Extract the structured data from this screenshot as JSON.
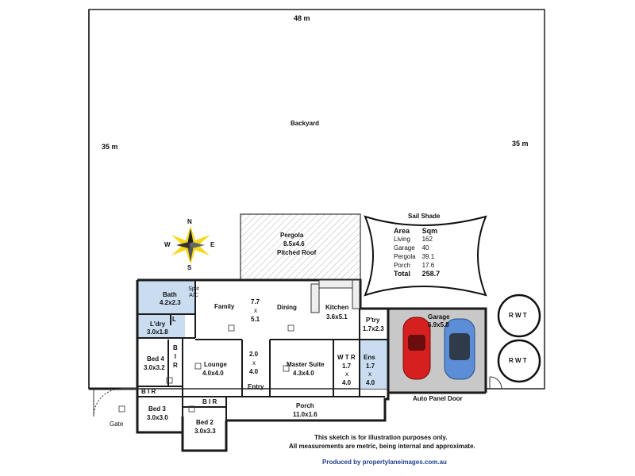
{
  "plot": {
    "width_label": "48 m",
    "left_depth_label": "35 m",
    "right_depth_label": "35 m",
    "backyard": "Backyard",
    "gate": "Gate"
  },
  "compass": {
    "n": "N",
    "s": "S",
    "e": "E",
    "w": "W"
  },
  "rooms": {
    "pergola": {
      "name": "Pergola",
      "size": "8.5x4.6",
      "note": "Pitched Roof"
    },
    "bath": {
      "name": "Bath",
      "size": "4.2x2.3"
    },
    "split_ac": "Split A/C",
    "family": {
      "name": "Family"
    },
    "family_size": {
      "a": "7.7",
      "x": "x",
      "b": "5.1"
    },
    "dining": {
      "name": "Dining"
    },
    "kitchen": {
      "name": "Kitchen",
      "size": "3.6x5.1"
    },
    "pantry": {
      "name": "P'try",
      "size": "1.7x2.3"
    },
    "laundry": {
      "name": "L'dry",
      "size": "3.0x1.8",
      "l": "L"
    },
    "bed4": {
      "name": "Bed 4",
      "size": "3.0x3.2"
    },
    "bir_vertical": "B\nI\nR",
    "lounge": {
      "name": "Lounge",
      "size": "4.0x4.0"
    },
    "hall": {
      "a": "2.0",
      "x": "x",
      "b": "4.0"
    },
    "entry": "Entry",
    "master": {
      "name": "Master Suite",
      "size": "4.3x4.0"
    },
    "wtr": {
      "name": "W T R",
      "a": "1.7",
      "x": "x",
      "b": "4.0"
    },
    "ens": {
      "name": "Ens",
      "a": "1.7",
      "x": "x",
      "b": "4.0"
    },
    "garage": {
      "name": "Garage",
      "size": "6.9x5.8"
    },
    "auto_door": "Auto Panel Door",
    "bir1": "B I R",
    "bir2": "B I R",
    "bed3": {
      "name": "Bed 3",
      "size": "3.0x3.0"
    },
    "bed2": {
      "name": "Bed 2",
      "size": "3.0x3.3"
    },
    "porch": {
      "name": "Porch",
      "size": "11.0x1.6"
    }
  },
  "rwt": [
    "R W T",
    "R W T"
  ],
  "sail": {
    "title": "Sail Shade",
    "header": [
      "Area",
      "Sqm"
    ],
    "rows": [
      {
        "area": "Living",
        "sqm": "162"
      },
      {
        "area": "Garage",
        "sqm": "40"
      },
      {
        "area": "Pergola",
        "sqm": "39.1"
      },
      {
        "area": "Porch",
        "sqm": "17.6"
      }
    ],
    "total": {
      "area": "Total",
      "sqm": "258.7"
    }
  },
  "disclaimer": {
    "line1": "This sketch is for illustration purposes only.",
    "line2": "All measurements are metric, being internal and approximate."
  },
  "credit": "Produced by propertylaneimages.com.au",
  "colors": {
    "wall": "#1a1a1a",
    "wet_area": "#c9dcf0",
    "garage_floor": "#c8c8c8",
    "hatch": "#bbbbbb",
    "credit": "#1f3f8f",
    "car_red": "#d62020",
    "car_blue": "#5b8ed6"
  }
}
